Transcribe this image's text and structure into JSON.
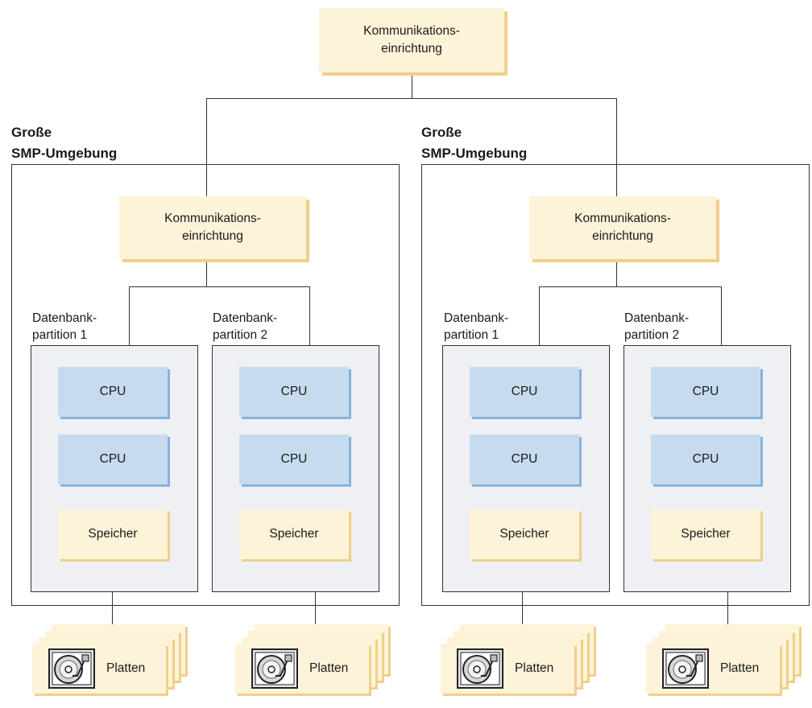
{
  "top_comm": {
    "line1": "Kommunikations-",
    "line2": "einrichtung"
  },
  "environments": [
    {
      "title_line1": "Große",
      "title_line2": "SMP-Umgebung",
      "comm": {
        "line1": "Kommunikations-",
        "line2": "einrichtung"
      },
      "partitions": [
        {
          "label_line1": "Datenbank-",
          "label_line2": "partition 1",
          "cpu1": "CPU",
          "cpu2": "CPU",
          "memory": "Speicher",
          "disks": "Platten"
        },
        {
          "label_line1": "Datenbank-",
          "label_line2": "partition 2",
          "cpu1": "CPU",
          "cpu2": "CPU",
          "memory": "Speicher",
          "disks": "Platten"
        }
      ]
    },
    {
      "title_line1": "Große",
      "title_line2": "SMP-Umgebung",
      "comm": {
        "line1": "Kommunikations-",
        "line2": "einrichtung"
      },
      "partitions": [
        {
          "label_line1": "Datenbank-",
          "label_line2": "partition 1",
          "cpu1": "CPU",
          "cpu2": "CPU",
          "memory": "Speicher",
          "disks": "Platten"
        },
        {
          "label_line1": "Datenbank-",
          "label_line2": "partition 2",
          "cpu1": "CPU",
          "cpu2": "CPU",
          "memory": "Speicher",
          "disks": "Platten"
        }
      ]
    }
  ],
  "colors": {
    "facility_fill": "#fdf3d8",
    "facility_shadow": "#f1cf8a",
    "cpu_fill": "#c6dcee",
    "cpu_shadow": "#87b3dd",
    "partition_fill": "#eef0f3",
    "line": "#333333"
  },
  "icons": {
    "disk": "hard-disk-icon"
  }
}
